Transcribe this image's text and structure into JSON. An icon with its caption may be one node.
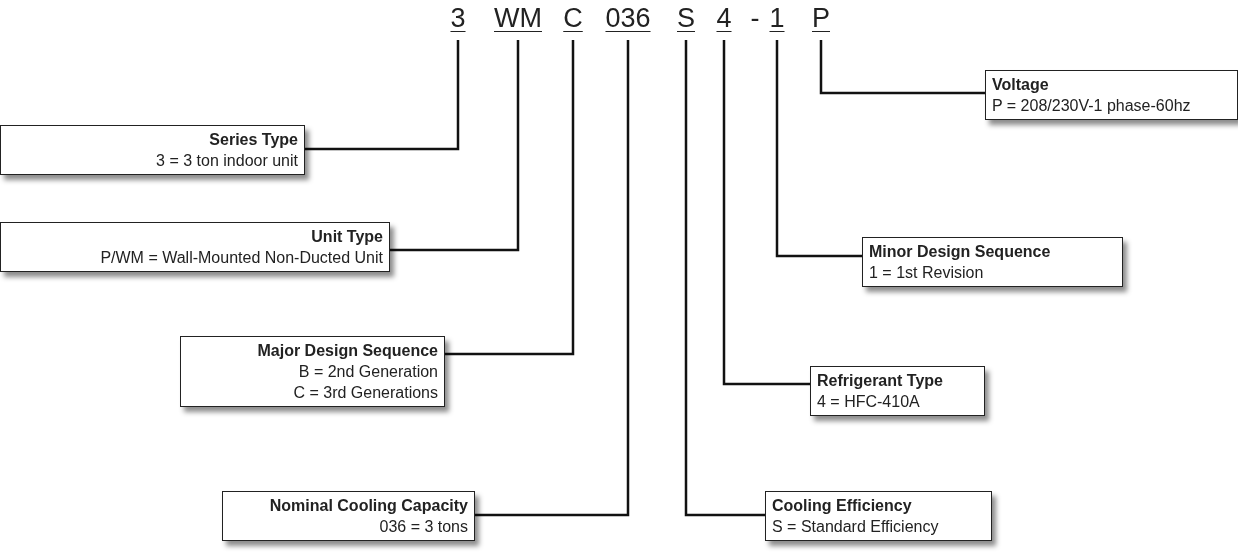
{
  "diagram": {
    "nodes": [
      {
        "text": [
          "3"
        ]
      },
      {
        "text": [
          "WM"
        ]
      },
      {
        "text": [
          "C"
        ]
      },
      {
        "text": [
          "036"
        ]
      },
      {
        "text": [
          "S"
        ]
      },
      {
        "text": [
          "4"
        ]
      },
      {
        "text": [
          "1"
        ]
      },
      {
        "text": [
          "P"
        ]
      },
      {
        "text": [
          "Series Type",
          "3 = 3 ton indoor unit"
        ]
      },
      {
        "text": [
          "Voltage",
          "P = 208/230V-1 phase-60hz"
        ]
      },
      {
        "text": [
          "Unit Type",
          "P/WM = Wall-Mounted Non-Ducted Unit"
        ]
      },
      {
        "text": [
          "Minor Design Sequence",
          "1 = 1st Revision"
        ]
      },
      {
        "text": [
          "Major Design Sequence",
          "B = 2nd Generation",
          "C = 3rd Generations"
        ]
      },
      {
        "text": [
          "Refrigerant Type",
          "4 = HFC-410A"
        ]
      },
      {
        "text": [
          "Nominal Cooling Capacity",
          "036 = 3 tons"
        ]
      },
      {
        "text": [
          "Cooling Efficiency",
          "S = Standard Efficiency"
        ]
      }
    ],
    "edges": [
      {
        "from": 0,
        "to": 8,
        "arrow": "none"
      },
      {
        "from": 1,
        "to": 10,
        "arrow": "none"
      },
      {
        "from": 2,
        "to": 12,
        "arrow": "none"
      },
      {
        "from": 3,
        "to": 14,
        "arrow": "none"
      },
      {
        "from": 4,
        "to": 15,
        "arrow": "none"
      },
      {
        "from": 5,
        "to": 13,
        "arrow": "none"
      },
      {
        "from": 6,
        "to": 11,
        "arrow": "none"
      },
      {
        "from": 7,
        "to": 9,
        "arrow": "none"
      }
    ],
    "labels": [
      "-"
    ]
  }
}
